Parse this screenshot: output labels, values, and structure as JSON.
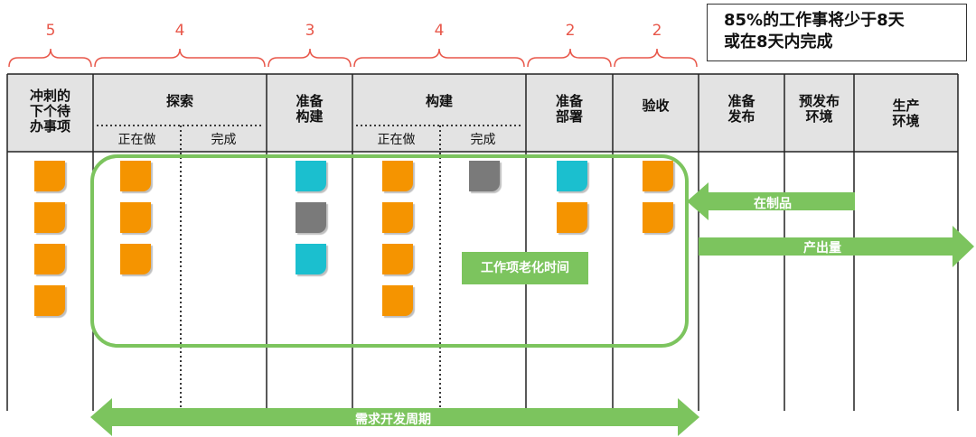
{
  "note": {
    "line1": "85%的工作事将少于8天",
    "line2": "或在8天内完成"
  },
  "wip_limits": [
    "5",
    "4",
    "3",
    "4",
    "2",
    "2"
  ],
  "columns": {
    "sprint_backlog": [
      "冲刺的",
      "下个待",
      "办事项"
    ],
    "explore": "探索",
    "explore_doing": "正在做",
    "explore_done": "完成",
    "ready_build": [
      "准备",
      "构建"
    ],
    "build": "构建",
    "build_doing": "正在做",
    "build_done": "完成",
    "ready_deploy": [
      "准备",
      "部署"
    ],
    "accept": "验收",
    "ready_release": [
      "准备",
      "发布"
    ],
    "pre_release": [
      "预发布",
      "环境"
    ],
    "production": [
      "生产",
      "环境"
    ]
  },
  "labels": {
    "wip": "在制品",
    "throughput": "产出量",
    "aging": "工作项老化时间",
    "cycle": "需求开发周期"
  },
  "colors": {
    "orange": "#f59400",
    "teal": "#1bbfcf",
    "gray": "#7a7a7a",
    "green": "#7cc45e",
    "wip_red": "#e8574a"
  },
  "cards": [
    {
      "column": "sprint_backlog",
      "color": "orange"
    },
    {
      "column": "sprint_backlog",
      "color": "orange"
    },
    {
      "column": "sprint_backlog",
      "color": "orange"
    },
    {
      "column": "sprint_backlog",
      "color": "orange"
    },
    {
      "column": "explore_doing",
      "color": "orange"
    },
    {
      "column": "explore_doing",
      "color": "orange"
    },
    {
      "column": "explore_doing",
      "color": "orange"
    },
    {
      "column": "ready_build",
      "color": "teal"
    },
    {
      "column": "ready_build",
      "color": "gray"
    },
    {
      "column": "ready_build",
      "color": "teal"
    },
    {
      "column": "build_doing",
      "color": "orange"
    },
    {
      "column": "build_doing",
      "color": "orange"
    },
    {
      "column": "build_doing",
      "color": "orange"
    },
    {
      "column": "build_doing",
      "color": "orange"
    },
    {
      "column": "build_done",
      "color": "gray"
    },
    {
      "column": "ready_deploy",
      "color": "teal"
    },
    {
      "column": "ready_deploy",
      "color": "orange"
    },
    {
      "column": "accept",
      "color": "orange"
    },
    {
      "column": "accept",
      "color": "orange"
    }
  ]
}
